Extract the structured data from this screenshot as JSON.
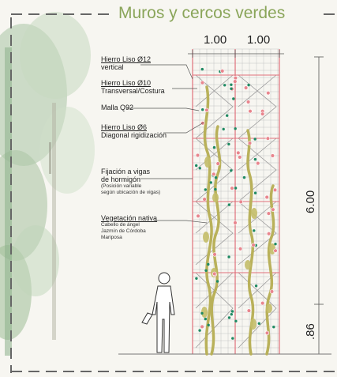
{
  "title": "Muros y cercos verdes",
  "dimensions": {
    "module_left": "1.00",
    "module_right": "1.00",
    "height_total": "6.00",
    "height_base": ".86"
  },
  "labels": [
    {
      "lines": [
        "Hierro Liso Ø12",
        "vertical"
      ],
      "sub": []
    },
    {
      "lines": [
        "Hierro Liso Ø10",
        "Transversal/Costura"
      ],
      "sub": []
    },
    {
      "lines": [
        "Malla Q92"
      ],
      "sub": []
    },
    {
      "lines": [
        "Hierro Liso Ø6",
        "Diagonal rigidización"
      ],
      "sub": []
    },
    {
      "lines": [
        "Fijación a vigas",
        "de hormigón"
      ],
      "sub": [
        "(Posición variable",
        "según ubicación de vigas)"
      ]
    },
    {
      "lines": [
        "Vegetación nativa"
      ],
      "sub": [
        "Cabello de ángel",
        "Jazmín de Córdoba",
        "Mariposa"
      ]
    }
  ],
  "colors": {
    "title": "#8aa55a",
    "frame_dash": "#666666",
    "steel_red": "#e0707a",
    "mesh": "#b9b9b9",
    "vine": "#b9b15a",
    "leaf_green": "#1f8a63",
    "flower_pink": "#e8868e",
    "tree_green": "#a8c4a0"
  }
}
